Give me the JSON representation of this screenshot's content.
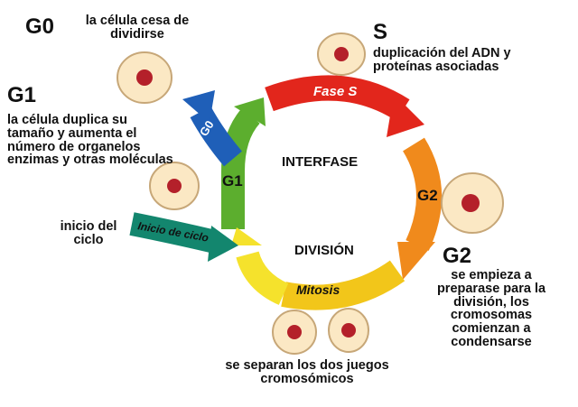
{
  "phases": {
    "g0": {
      "code": "G0",
      "desc": "la célula cesa de dividirse",
      "arrow": "G0",
      "color": "#1f5fb8"
    },
    "g1": {
      "code": "G1",
      "desc": "la célula duplica su tamaño y aumenta el número de organelos enzimas y otras moléculas",
      "arrow": "G1",
      "color": "#5cae2e"
    },
    "s": {
      "code": "S",
      "desc": "duplicación del ADN y proteínas asociadas",
      "arrow": "Fase S",
      "color": "#e2261c"
    },
    "g2": {
      "code": "G2",
      "desc": "se empieza a preparase para la división, los cromosomas comienzan a condensarse",
      "arrow": "G2",
      "color": "#f08a1c"
    },
    "mitosis": {
      "arrow": "Mitosis",
      "desc": "se separan los dos juegos cromosómicos",
      "color": "#f2c61a"
    },
    "inicio": {
      "desc": "inicio del ciclo",
      "arrow": "Inicio de ciclo",
      "color": "#13866e"
    }
  },
  "center": {
    "top": "INTERFASE",
    "bottom": "DIVISIÓN"
  },
  "cell_colors": {
    "body": "#fbe8c4",
    "outline": "#c7a778",
    "nucleus": "#b4202a"
  }
}
